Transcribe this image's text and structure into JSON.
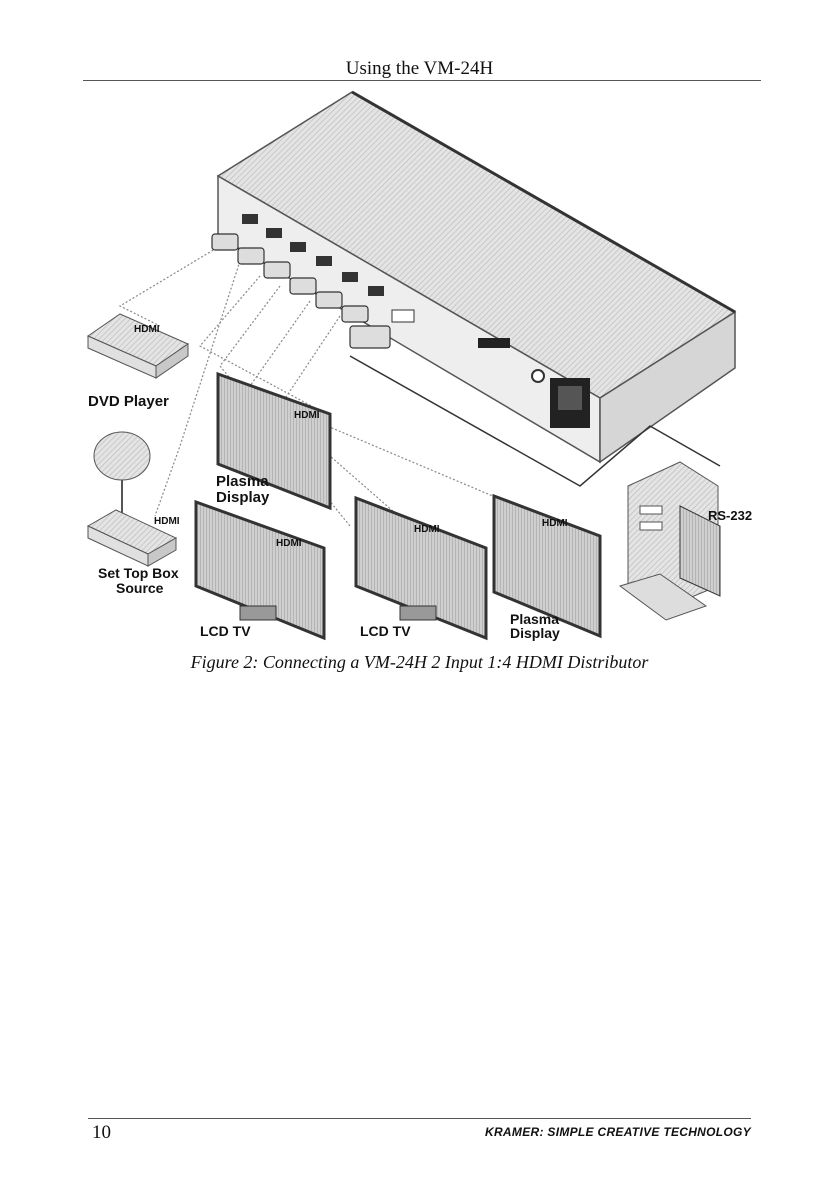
{
  "header": {
    "title": "Using the VM-24H"
  },
  "figure": {
    "labels": {
      "dvd_player": "DVD Player",
      "hdmi": "HDMI",
      "plasma_display_line1": "Plasma",
      "plasma_display_line2": "Display",
      "set_top_box_line1": "Set Top Box",
      "set_top_box_line2": "Source",
      "lcd_tv": "LCD TV",
      "rs232": "RS-232"
    },
    "caption": "Figure 2: Connecting a VM-24H 2 Input 1:4 HDMI Distributor"
  },
  "footer": {
    "page_number": "10",
    "brand": "KRAMER:  SIMPLE CREATIVE TECHNOLOGY"
  }
}
